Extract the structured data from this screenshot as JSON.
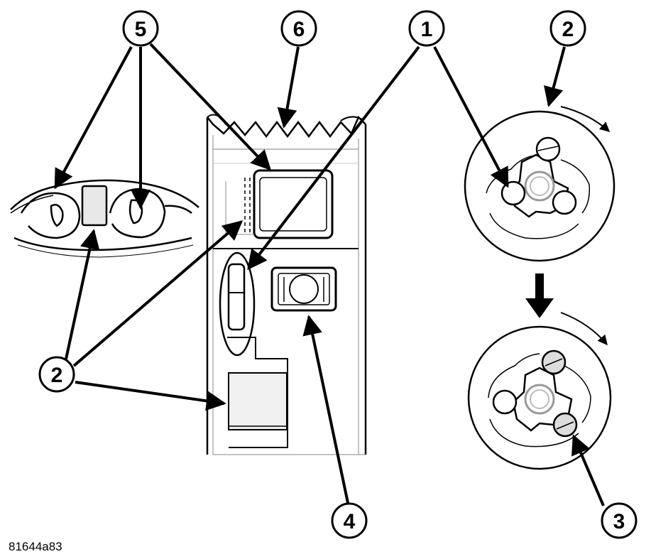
{
  "callouts": {
    "c1": "1",
    "c2_top": "2",
    "c2_left": "2",
    "c3": "3",
    "c4": "4",
    "c5": "5",
    "c6": "6"
  },
  "figure_id": "81644a83",
  "colors": {
    "ink": "#000000",
    "paper": "#ffffff",
    "shade": "#b4b4b4",
    "light_shade": "#d8d8d8"
  }
}
